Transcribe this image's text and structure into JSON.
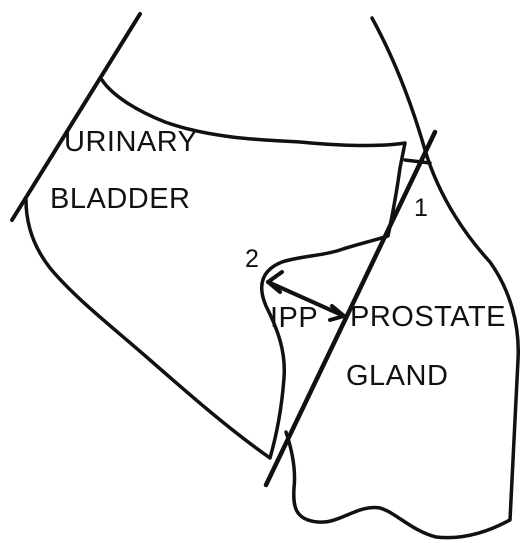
{
  "diagram": {
    "labels": {
      "bladder_line1": "URINARY",
      "bladder_line2": "BLADDER",
      "prostate_line1": "PROSTATE",
      "prostate_line2": "GLAND",
      "ipp": "IPP",
      "marker_1": "1",
      "marker_2": "2"
    },
    "colors": {
      "ink": "#111111",
      "background": "#ffffff"
    }
  }
}
